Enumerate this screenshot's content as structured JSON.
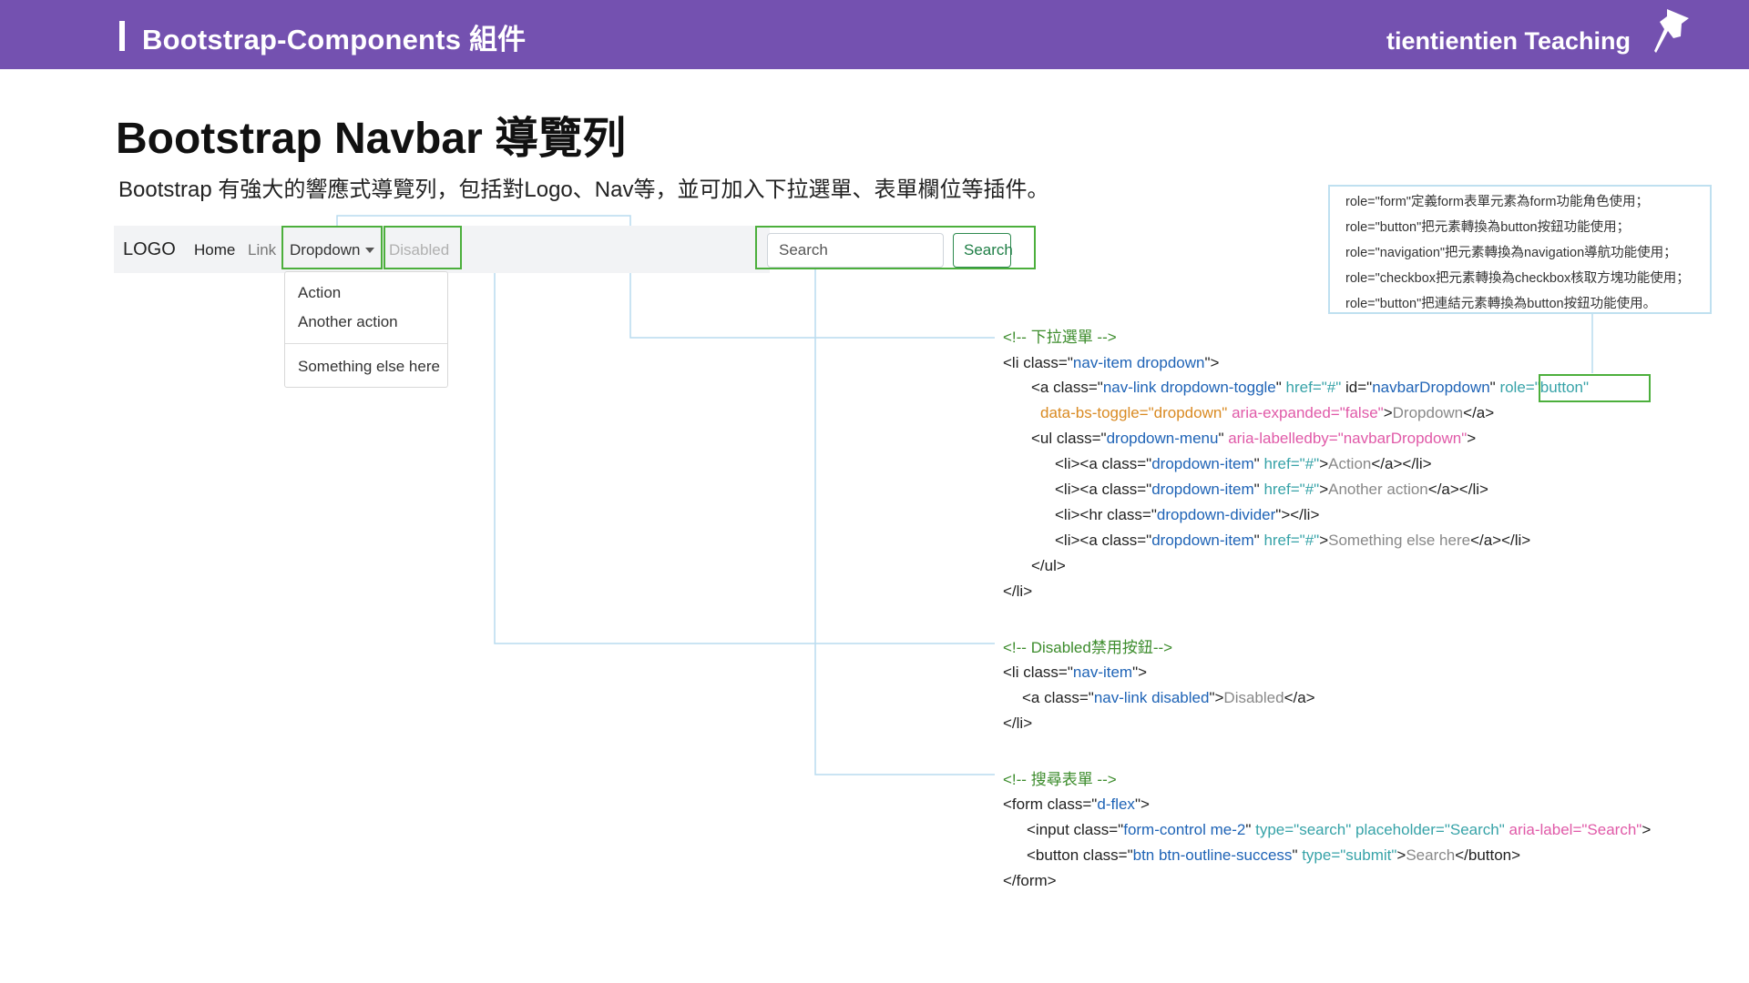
{
  "header": {
    "title": "Bootstrap-Components 組件",
    "brand": "tientientien Teaching",
    "pin_icon": "pushpin-icon"
  },
  "heading": "Bootstrap Navbar 導覽列",
  "lead": "Bootstrap 有強大的響應式導覽列，包括對Logo、Nav等，並可加入下拉選單、表單欄位等插件。",
  "navbar": {
    "logo": "LOGO",
    "home": "Home",
    "link": "Link",
    "dropdown": "Dropdown",
    "disabled": "Disabled",
    "menu": [
      "Action",
      "Another action",
      "Something else here"
    ],
    "search_placeholder": "Search",
    "search_button": "Search"
  },
  "notes": [
    "role=\"form\"定義form表單元素為form功能角色使用；",
    "role=\"button\"把元素轉換為button按鈕功能使用；",
    "role=\"navigation\"把元素轉換為navigation導航功能使用；",
    "role=\"checkbox把元素轉換為checkbox核取方塊功能使用；",
    "role=\"button\"把連結元素轉換為button按鈕功能使用。"
  ],
  "code": {
    "dropdown_comment": "<!-- 下拉選單 -->",
    "disabled_comment": "<!-- Disabled禁用按鈕-->",
    "search_comment": "<!-- 搜尋表單 -->"
  },
  "colors": {
    "header_bg": "#7451b0",
    "highlight": "#4caf3c",
    "connector": "#b9dcef"
  }
}
